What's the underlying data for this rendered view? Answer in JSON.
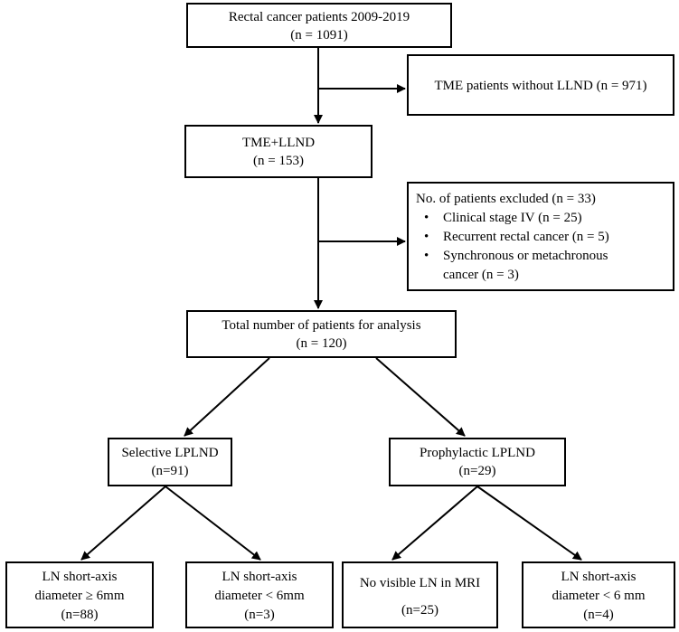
{
  "nodes": {
    "start": {
      "line1": "Rectal cancer patients 2009-2019",
      "line2": "(n = 1091)"
    },
    "no_llnd": {
      "line1": "TME patients without LLND (n = 971)"
    },
    "tme_llnd": {
      "line1": "TME+LLND",
      "line2": "(n = 153)"
    },
    "excluded": {
      "title": "No. of patients excluded (n = 33)",
      "items": [
        "Clinical stage IV (n = 25)",
        "Recurrent rectal cancer (n = 5)",
        "Synchronous or metachronous",
        "cancer (n = 3)"
      ],
      "bullet": "•"
    },
    "total": {
      "line1": "Total number of patients for analysis",
      "line2": "(n = 120)"
    },
    "selective": {
      "line1": "Selective LPLND",
      "line2": "(n=91)"
    },
    "prophylactic": {
      "line1": "Prophylactic LPLND",
      "line2": "(n=29)"
    },
    "sel_ge6": {
      "line1": "LN short-axis",
      "line2": "diameter ≥ 6mm",
      "line3": "(n=88)"
    },
    "sel_lt6": {
      "line1": "LN short-axis",
      "line2": "diameter < 6mm",
      "line3": "(n=3)"
    },
    "pro_novis": {
      "line1": "No visible LN in MRI",
      "line2": "(n=25)"
    },
    "pro_lt6": {
      "line1": "LN short-axis",
      "line2": "diameter < 6 mm",
      "line3": "(n=4)"
    }
  }
}
